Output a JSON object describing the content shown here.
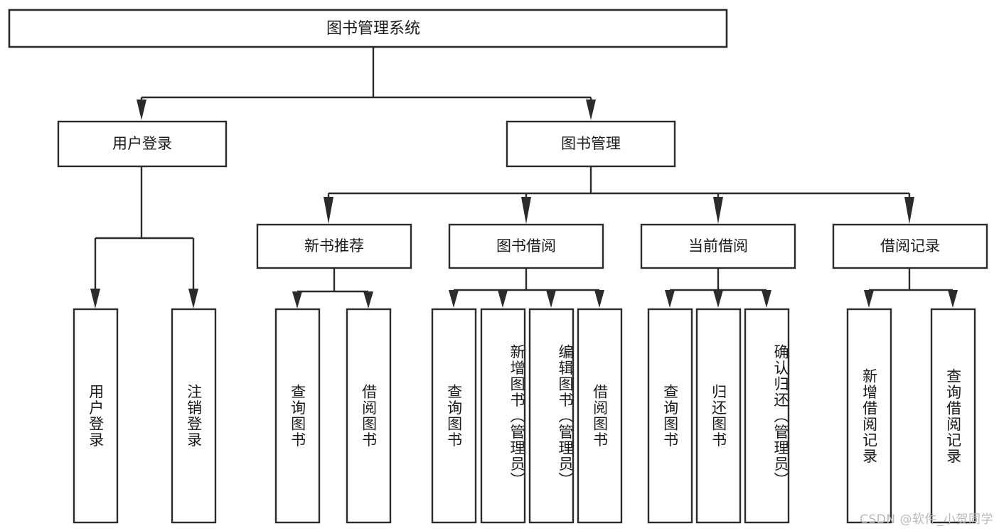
{
  "diagram": {
    "title": "图书管理系统",
    "type": "tree",
    "orientation": "top-down",
    "colors": {
      "stroke": "#2b2b2b",
      "box_fill": "#ffffff",
      "text": "#1a1a1a",
      "background": "#ffffff",
      "watermark": "#b9b9b9"
    },
    "root": {
      "id": "root",
      "label": "图书管理系统"
    },
    "level1": [
      {
        "id": "user-login",
        "label": "用户登录"
      },
      {
        "id": "book-manage",
        "label": "图书管理"
      }
    ],
    "level2": [
      {
        "id": "new-book-rec",
        "label": "新书推荐",
        "parent": "book-manage"
      },
      {
        "id": "book-borrow",
        "label": "图书借阅",
        "parent": "book-manage"
      },
      {
        "id": "current-borrow",
        "label": "当前借阅",
        "parent": "book-manage"
      },
      {
        "id": "borrow-record",
        "label": "借阅记录",
        "parent": "book-manage"
      }
    ],
    "leaves": [
      {
        "id": "leaf-user-login",
        "label": "用户登录",
        "parent": "user-login"
      },
      {
        "id": "leaf-user-logout",
        "label": "注销登录",
        "parent": "user-login"
      },
      {
        "id": "leaf-query-book-1",
        "label": "查询图书",
        "parent": "new-book-rec"
      },
      {
        "id": "leaf-borrow-book-1",
        "label": "借阅图书",
        "parent": "new-book-rec"
      },
      {
        "id": "leaf-query-book-2",
        "label": "查询图书",
        "parent": "book-borrow"
      },
      {
        "id": "leaf-add-book",
        "label": "新增图书（管理员）",
        "parent": "book-borrow"
      },
      {
        "id": "leaf-edit-book",
        "label": "编辑图书（管理员）",
        "parent": "book-borrow"
      },
      {
        "id": "leaf-borrow-book-2",
        "label": "借阅图书",
        "parent": "book-borrow"
      },
      {
        "id": "leaf-query-book-3",
        "label": "查询图书",
        "parent": "current-borrow"
      },
      {
        "id": "leaf-return-book",
        "label": "归还图书",
        "parent": "current-borrow"
      },
      {
        "id": "leaf-confirm-return",
        "label": "确认归还（管理员）",
        "parent": "current-borrow"
      },
      {
        "id": "leaf-add-record",
        "label": "新增借阅记录",
        "parent": "borrow-record"
      },
      {
        "id": "leaf-query-record",
        "label": "查询借阅记录",
        "parent": "borrow-record"
      }
    ]
  },
  "watermark": {
    "text": "CSDN @软件_小贺同学"
  }
}
